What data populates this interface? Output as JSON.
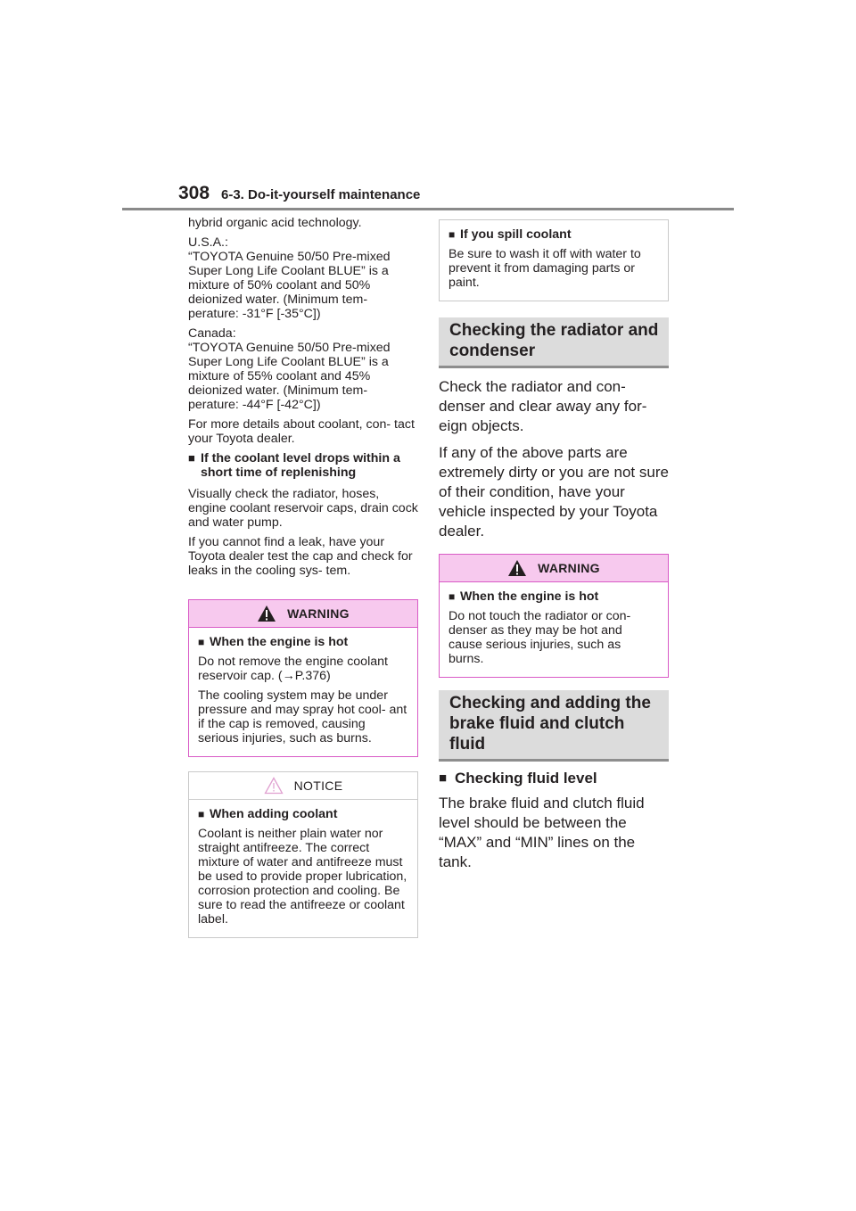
{
  "header": {
    "page_number": "308",
    "section": "6-3. Do-it-yourself maintenance"
  },
  "left": {
    "p1": "hybrid organic acid technology.",
    "usa_label": "U.S.A.:",
    "usa_text": "“TOYOTA Genuine 50/50 Pre-mixed Super Long Life Coolant BLUE” is a mixture of 50% coolant and 50% deionized water. (Minimum tem- perature: -31°F [-35°C])",
    "canada_label": "Canada:",
    "canada_text": "“TOYOTA Genuine 50/50 Pre-mixed Super Long Life Coolant BLUE” is a mixture of 55% coolant and 45% deionized water. (Minimum tem- perature: -44°F [-42°C])",
    "details": "For more details about coolant, con- tact your Toyota dealer.",
    "bullet_mark": "■",
    "coolant_drop_heading": "If the coolant level drops within a short time of replenishing",
    "coolant_drop_p1": "Visually check the radiator, hoses, engine coolant reservoir caps, drain cock and water pump.",
    "coolant_drop_p2": "If you cannot find a leak, have your Toyota dealer test the cap and check for leaks in the cooling sys- tem.",
    "warning": {
      "title": "WARNING",
      "heading": "When the engine is hot",
      "p1": "Do not remove the engine coolant reservoir cap. (→P.376)",
      "p2": "The cooling system may be under pressure and may spray hot cool- ant if the cap is removed, causing serious injuries, such as burns."
    },
    "notice": {
      "title": "NOTICE",
      "heading": "When adding coolant",
      "p1": "Coolant is neither plain water nor straight antifreeze. The correct mixture of water and antifreeze must be used to provide proper lubrication, corrosion protection and cooling. Be sure to read the antifreeze or coolant label."
    }
  },
  "right": {
    "spill_box": {
      "heading": "If you spill coolant",
      "p1": "Be sure to wash it off with water to prevent it from damaging parts or paint."
    },
    "radiator_heading": "Checking the radiator and condenser",
    "radiator_p1": "Check the radiator and con- denser and clear away any for- eign objects.",
    "radiator_p2": "If any of the above parts are extremely dirty or you are not sure of their condition, have your vehicle inspected by your Toyota dealer.",
    "warning": {
      "title": "WARNING",
      "heading": "When the engine is hot",
      "p1": "Do not touch the radiator or con- denser as they may be hot and cause serious injuries, such as burns."
    },
    "brake_heading": "Checking and adding the brake fluid and clutch fluid",
    "fluid_level_heading": "Checking fluid level",
    "fluid_level_p1": "The brake fluid and clutch fluid level should be between the “MAX” and “MIN” lines on the tank."
  },
  "colors": {
    "warning_bg": "#f7c9ee",
    "warning_border": "#d95bc6",
    "heading_bg": "#dcdcdc",
    "rule": "#8a8a8a"
  }
}
